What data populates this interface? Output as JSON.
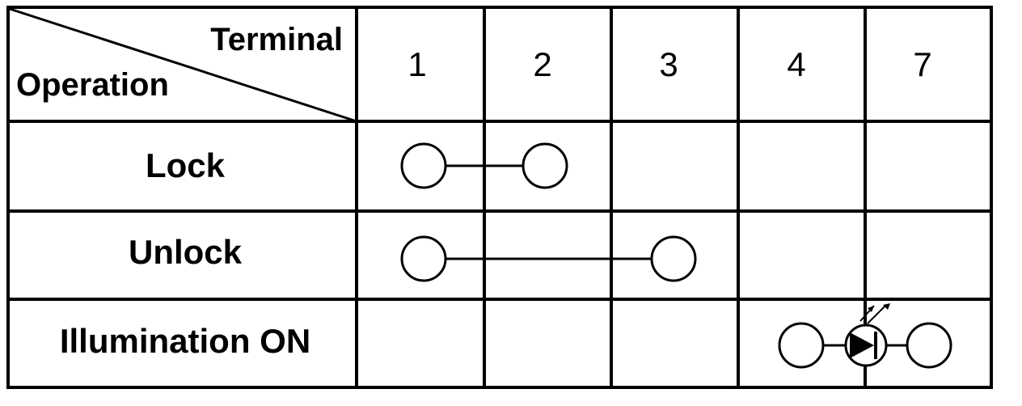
{
  "header": {
    "corner_top": "Terminal",
    "corner_bottom": "Operation",
    "terminals": [
      "1",
      "2",
      "3",
      "4",
      "7"
    ]
  },
  "rows": [
    {
      "operation": "Lock",
      "connection": "continuity",
      "terminals": [
        "1",
        "2"
      ]
    },
    {
      "operation": "Unlock",
      "connection": "continuity",
      "terminals": [
        "1",
        "3"
      ]
    },
    {
      "operation": "Illumination ON",
      "connection": "led",
      "terminals": [
        "4",
        "7"
      ]
    }
  ],
  "colors": {
    "line": "#000000",
    "background": "#ffffff"
  }
}
